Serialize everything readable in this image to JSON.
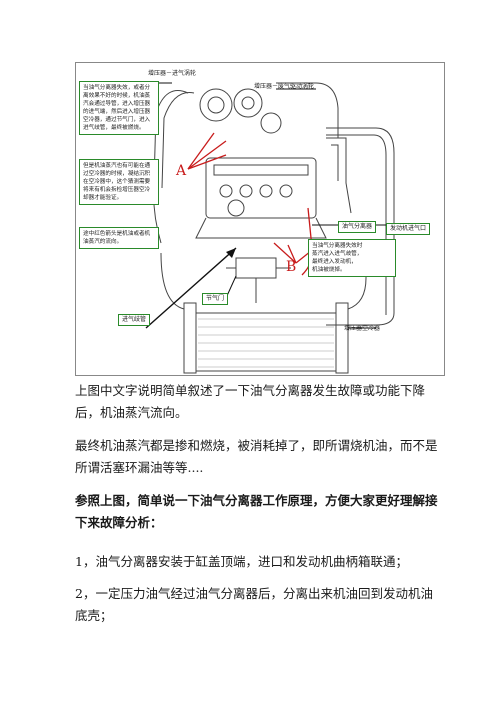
{
  "diagram": {
    "labels": {
      "turbo_intake": "增压器－进气涡轮",
      "turbo_exhaust": "增压器－废气驱动涡轮",
      "separator": "油气分离器",
      "engine_intake": "发动机进气口",
      "throttle": "节气门",
      "intake_tube": "进气歧管",
      "intercooler": "增压器空冷器",
      "marker_a": "A",
      "marker_b": "B"
    },
    "notes": {
      "note1": "当油气分离器失效，或者分\n离效果不好的时候，机油蒸\n汽会通过导管，进入增压器\n的进气端，然后进入增压器\n空冷器，通过节气门，进入\n进气歧管，最终被燃烧。",
      "note2": "但是机油蒸汽也有可能在通\n过空冷器的时候，凝结沉积\n在空冷器中，这个猜测需要\n将来有机会拆检增压器空冷\n却器才能验证。",
      "note3": "途中红色箭头是机油或者机\n油蒸汽的流向。",
      "note4": "当油气分离器失效时\n蒸汽进入进气歧管，\n最终进入发动机，\n机油被烧掉。"
    }
  },
  "text": {
    "p1": "上图中文字说明简单叙述了一下油气分离器发生故障或功能下降后，机油蒸汽流向。",
    "p2": "最终机油蒸汽都是掺和燃烧，被消耗掉了，即所谓烧机油，而不是所谓活塞环漏油等等....",
    "p3": "参照上图，简单说一下油气分离器工作原理，方便大家更好理解接下来故障分析：",
    "p4": "1，油气分离器安装于缸盖顶端，进口和发动机曲柄箱联通；",
    "p5": "2，一定压力油气经过油气分离器后，分离出来机油回到发动机油底壳；"
  },
  "colors": {
    "arrow": "#c81c1c",
    "box_border": "#2a8a2a"
  }
}
